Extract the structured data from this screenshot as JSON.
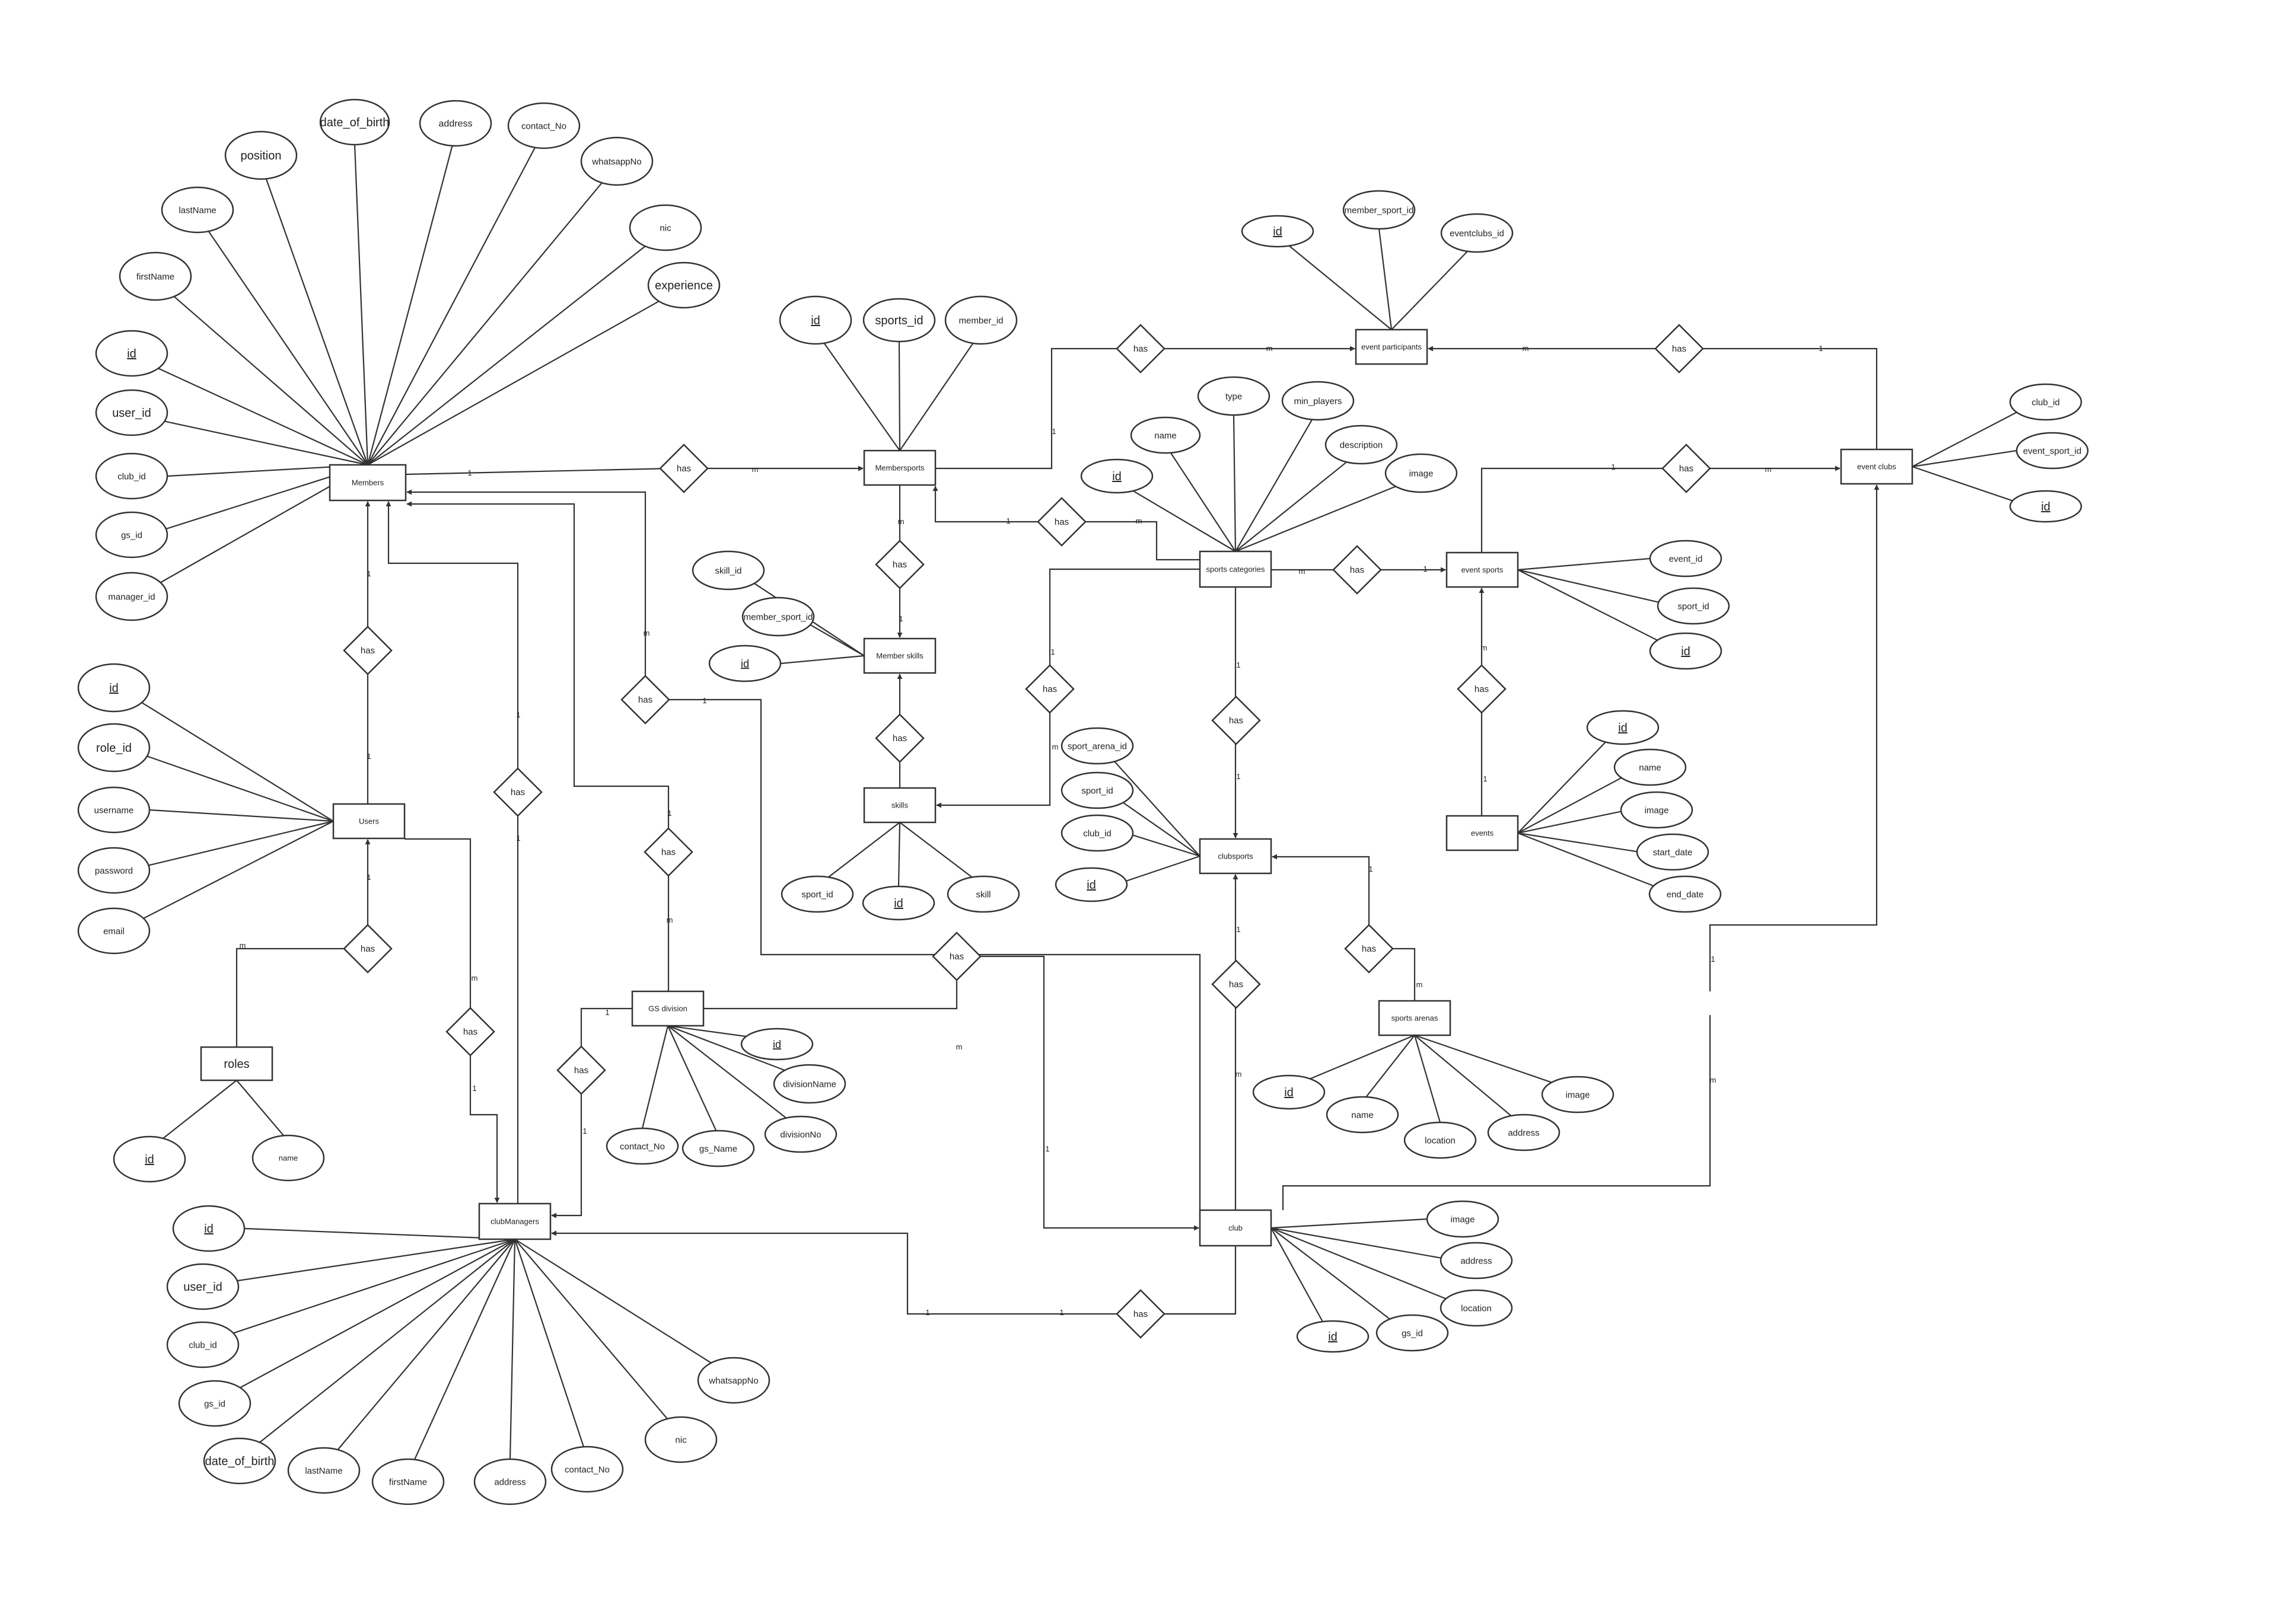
{
  "diagram": {
    "entities": [
      {
        "id": "members",
        "label": "Members"
      },
      {
        "id": "users",
        "label": "Users"
      },
      {
        "id": "roles",
        "label": "roles"
      },
      {
        "id": "clubmanagers",
        "label": "clubManagers"
      },
      {
        "id": "gsdivision",
        "label": "GS division"
      },
      {
        "id": "membersports",
        "label": "Membersports"
      },
      {
        "id": "memberskills",
        "label": "Member skills"
      },
      {
        "id": "skills",
        "label": "skills"
      },
      {
        "id": "sportscategories",
        "label": "sports categories"
      },
      {
        "id": "clubsports",
        "label": "clubsports"
      },
      {
        "id": "club",
        "label": "club"
      },
      {
        "id": "sportsarenas",
        "label": "sports arenas"
      },
      {
        "id": "eventsports",
        "label": "event sports"
      },
      {
        "id": "events",
        "label": "events"
      },
      {
        "id": "eventclubs",
        "label": "event clubs"
      },
      {
        "id": "eventparticipants",
        "label": "event participants"
      }
    ],
    "attributes": [
      {
        "label": "date_of_birth",
        "key": false
      },
      {
        "label": "address",
        "key": false
      },
      {
        "label": "contact_No",
        "key": false
      },
      {
        "label": "position",
        "key": false
      },
      {
        "label": "whatsappNo",
        "key": false
      },
      {
        "label": "lastName",
        "key": false
      },
      {
        "label": "nic",
        "key": false
      },
      {
        "label": "firstName",
        "key": false
      },
      {
        "label": "experience",
        "key": false
      },
      {
        "label": "id",
        "key": true
      },
      {
        "label": "user_id",
        "key": false
      },
      {
        "label": "club_id",
        "key": false
      },
      {
        "label": "gs_id",
        "key": false
      },
      {
        "label": "manager_id",
        "key": false
      },
      {
        "label": "id",
        "key": true
      },
      {
        "label": "role_id",
        "key": false
      },
      {
        "label": "username",
        "key": false
      },
      {
        "label": "password",
        "key": false
      },
      {
        "label": "email",
        "key": false
      },
      {
        "label": "id",
        "key": true
      },
      {
        "label": "name",
        "key": false
      },
      {
        "label": "id",
        "key": true
      },
      {
        "label": "user_id",
        "key": false
      },
      {
        "label": "club_id",
        "key": false
      },
      {
        "label": "gs_id",
        "key": false
      },
      {
        "label": "date_of_birth",
        "key": false
      },
      {
        "label": "lastName",
        "key": false
      },
      {
        "label": "firstName",
        "key": false
      },
      {
        "label": "address",
        "key": false
      },
      {
        "label": "contact_No",
        "key": false
      },
      {
        "label": "nic",
        "key": false
      },
      {
        "label": "whatsappNo",
        "key": false
      },
      {
        "label": "id",
        "key": true
      },
      {
        "label": "divisionName",
        "key": false
      },
      {
        "label": "divisionNo",
        "key": false
      },
      {
        "label": "contact_No",
        "key": false
      },
      {
        "label": "gs_Name",
        "key": false
      },
      {
        "label": "id",
        "key": true
      },
      {
        "label": "sports_id",
        "key": false
      },
      {
        "label": "member_id",
        "key": false
      },
      {
        "label": "skill_id",
        "key": false
      },
      {
        "label": "member_sport_id",
        "key": false
      },
      {
        "label": "id",
        "key": true
      },
      {
        "label": "sport_id",
        "key": false
      },
      {
        "label": "id",
        "key": true
      },
      {
        "label": "skill",
        "key": false
      },
      {
        "label": "type",
        "key": false
      },
      {
        "label": "min_players",
        "key": false
      },
      {
        "label": "name",
        "key": false
      },
      {
        "label": "description",
        "key": false
      },
      {
        "label": "id",
        "key": true
      },
      {
        "label": "image",
        "key": false
      },
      {
        "label": "sport_arena_id",
        "key": false
      },
      {
        "label": "sport_id",
        "key": false
      },
      {
        "label": "club_id",
        "key": false
      },
      {
        "label": "id",
        "key": true
      },
      {
        "label": "image",
        "key": false
      },
      {
        "label": "address",
        "key": false
      },
      {
        "label": "location",
        "key": false
      },
      {
        "label": "id",
        "key": true
      },
      {
        "label": "gs_id",
        "key": false
      },
      {
        "label": "id",
        "key": true
      },
      {
        "label": "name",
        "key": false
      },
      {
        "label": "location",
        "key": false
      },
      {
        "label": "address",
        "key": false
      },
      {
        "label": "image",
        "key": false
      },
      {
        "label": "event_id",
        "key": false
      },
      {
        "label": "sport_id",
        "key": false
      },
      {
        "label": "id",
        "key": true
      },
      {
        "label": "id",
        "key": true
      },
      {
        "label": "name",
        "key": false
      },
      {
        "label": "image",
        "key": false
      },
      {
        "label": "start_date",
        "key": false
      },
      {
        "label": "end_date",
        "key": false
      },
      {
        "label": "club_id",
        "key": false
      },
      {
        "label": "event_sport_id",
        "key": false
      },
      {
        "label": "id",
        "key": true
      },
      {
        "label": "id",
        "key": true
      },
      {
        "label": "member_sport_id",
        "key": false
      },
      {
        "label": "eventclubs_id",
        "key": false
      }
    ],
    "relationships": [
      {
        "label": "has"
      },
      {
        "label": "has"
      },
      {
        "label": "has"
      },
      {
        "label": "has"
      },
      {
        "label": "has"
      },
      {
        "label": "has"
      },
      {
        "label": "has"
      },
      {
        "label": "has"
      },
      {
        "label": "has"
      },
      {
        "label": "has"
      },
      {
        "label": "has"
      },
      {
        "label": "has"
      },
      {
        "label": "has"
      },
      {
        "label": "has"
      },
      {
        "label": "has"
      },
      {
        "label": "has"
      },
      {
        "label": "has"
      },
      {
        "label": "has"
      },
      {
        "label": "has"
      },
      {
        "label": "has"
      },
      {
        "label": "has"
      },
      {
        "label": "has"
      }
    ],
    "cardinalities": [
      "1",
      "m",
      "1",
      "1",
      "1",
      "m",
      "m",
      "1",
      "1",
      "1",
      "m",
      "1",
      "1",
      "m",
      "1",
      "1",
      "m",
      "1",
      "1",
      "1",
      "m",
      "1",
      "1",
      "m",
      "1",
      "m",
      "1",
      "1",
      "1",
      "m",
      "1",
      "m",
      "m",
      "1",
      "m",
      "1",
      "1",
      "m",
      "1",
      "m",
      "m",
      "1",
      "1",
      "m"
    ]
  }
}
